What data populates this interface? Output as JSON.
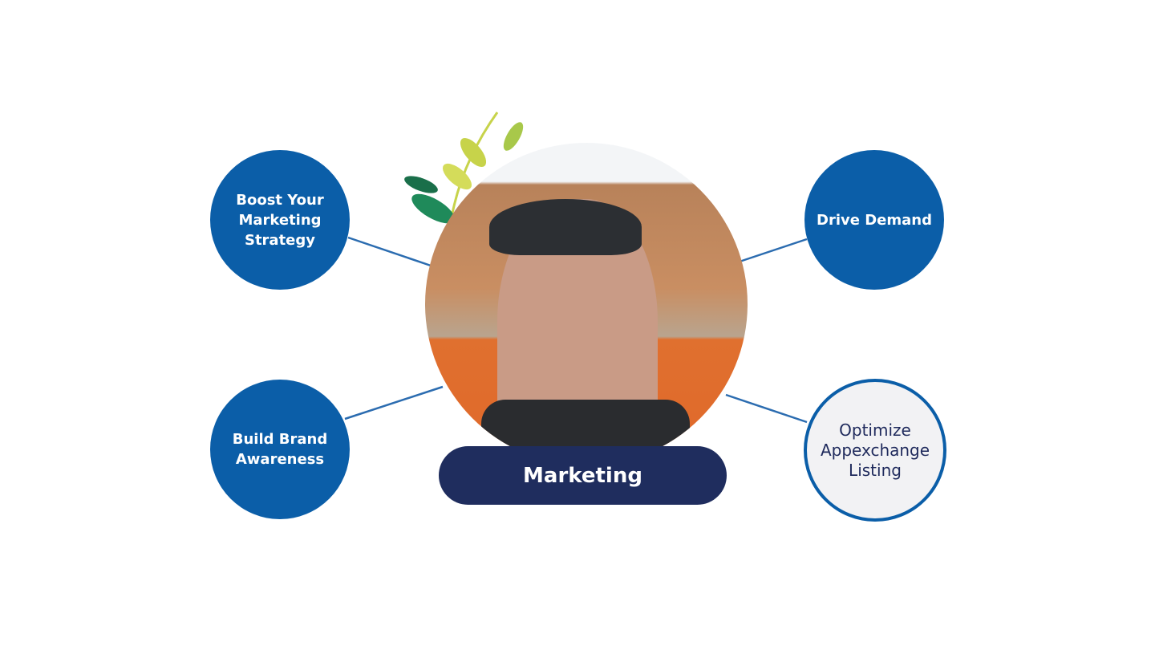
{
  "center": {
    "label": "Marketing"
  },
  "nodes": [
    {
      "label": "Boost Your Marketing Strategy"
    },
    {
      "label": "Build Brand Awareness"
    },
    {
      "label": "Drive Demand"
    },
    {
      "label": "Optimize Appexchange Listing"
    }
  ],
  "colors": {
    "node": "#0b5ea8",
    "pill": "#1f2d5e",
    "outline_text": "#1f2a5c"
  }
}
